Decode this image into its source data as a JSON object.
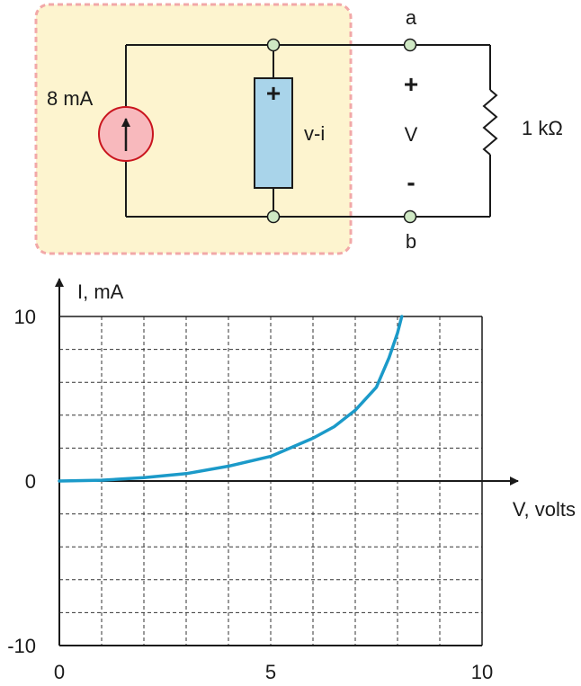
{
  "circuit": {
    "source_label": "8 mA",
    "device_label": "v-i",
    "device_sign": "+",
    "terminal_a": "a",
    "terminal_b": "b",
    "plus_sign": "+",
    "voltage_label": "V",
    "minus_sign": "-",
    "resistor_label": "1 kΩ",
    "colors": {
      "box_fill": "#fdf4cf",
      "box_border": "#f2a8a8",
      "source_fill": "#f8b9bd",
      "source_stroke": "#c9151e",
      "device_fill": "#a9d4ea",
      "terminal_fill": "#cfe8c4",
      "wire": "#1a1a1a"
    }
  },
  "chart_data": {
    "type": "line",
    "title": "",
    "xlabel": "V, volts",
    "ylabel": "I, mA",
    "xlim": [
      0,
      10
    ],
    "ylim": [
      -10,
      10
    ],
    "x_tick_labels": [
      "0",
      "5",
      "10"
    ],
    "y_tick_labels": [
      "10",
      "0",
      "-10"
    ],
    "x_gridlines": [
      1,
      2,
      3,
      4,
      5,
      6,
      7,
      8,
      9
    ],
    "y_gridlines": [
      -8,
      -6,
      -4,
      -2,
      2,
      4,
      6,
      8
    ],
    "grid": true,
    "series": [
      {
        "color": "#1b9ac9",
        "x": [
          0,
          1,
          2,
          3,
          4,
          5,
          6,
          6.5,
          7,
          7.5,
          7.8,
          8.0,
          8.1
        ],
        "y": [
          0,
          0.05,
          0.2,
          0.45,
          0.9,
          1.5,
          2.6,
          3.3,
          4.3,
          5.7,
          7.5,
          9.0,
          10
        ]
      }
    ]
  }
}
